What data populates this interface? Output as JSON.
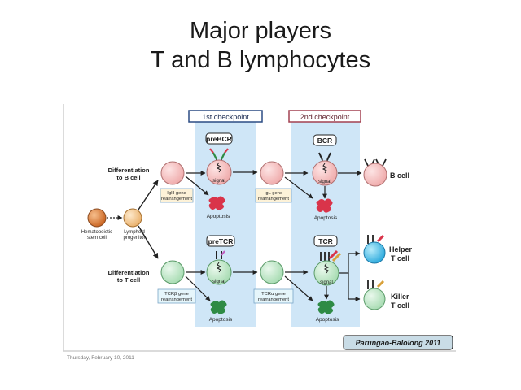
{
  "slide": {
    "title_line1": "Major players",
    "title_line2": "T and B lymphocytes",
    "date_footer": "Thursday, February 10, 2011"
  },
  "diagram": {
    "checkpoint1": "1st checkpoint",
    "checkpoint2": "2nd checkpoint",
    "receptors": {
      "prebcr": "preBCR",
      "bcr": "BCR",
      "pretcr": "preTCR",
      "tcr": "TCR"
    },
    "cells": {
      "stem_cell_line1": "Hematopoietic",
      "stem_cell_line2": "stem cell",
      "progenitor_line1": "Lymphoid",
      "progenitor_line2": "progenitor",
      "b_cell": "B cell",
      "helper_line1": "Helper",
      "helper_line2": "T cell",
      "killer_line1": "Killer",
      "killer_line2": "T cell"
    },
    "branches": {
      "to_b_line1": "Differentiation",
      "to_b_line2": "to B cell",
      "to_t_line1": "Differentiation",
      "to_t_line2": "to T cell"
    },
    "rearrangements": {
      "igh_line1": "IgH gene",
      "igh_line2": "rearrangement",
      "igl_line1": "IgL gene",
      "igl_line2": "rearrangement",
      "tcrb_line1": "TCRβ gene",
      "tcrb_line2": "rearrangement",
      "tcra_line1": "TCRα gene",
      "tcra_line2": "rearrangement"
    },
    "signal_label": "signal",
    "apoptosis_label": "Apoptosis",
    "watermark": "Parungao-Balolong 2011"
  },
  "colors": {
    "checkpoint_band": "#cfe6f7",
    "b_cell_fill": "#f6c4c4",
    "t_cell_fill": "#c9ecd0",
    "helper_fill": "#5cc6ec",
    "apoptosis_red": "#d9344a",
    "apoptosis_green": "#2e8b45",
    "progenitor_fill": "#f5ce97",
    "stem_fill": "#e0803a"
  }
}
